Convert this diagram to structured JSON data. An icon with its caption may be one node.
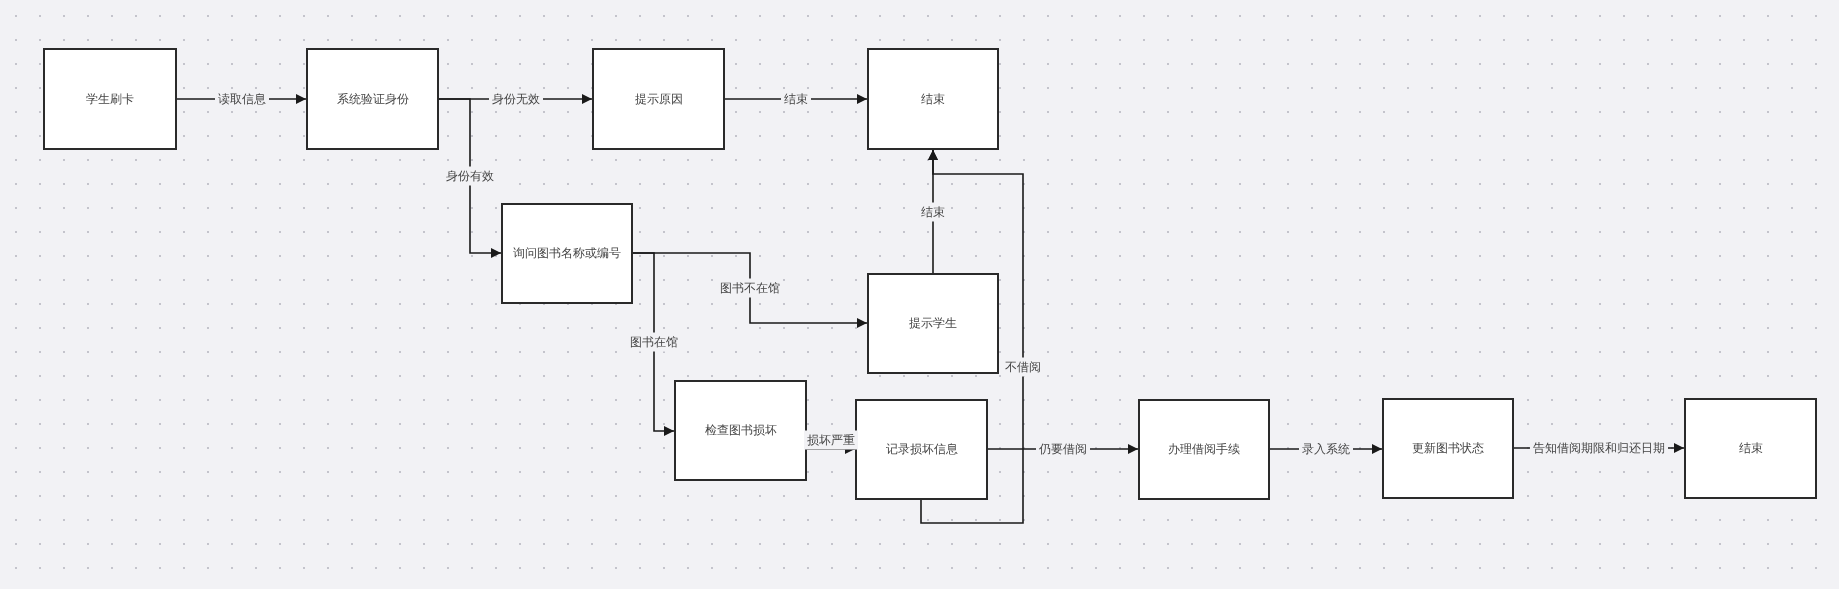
{
  "diagram": {
    "nodes": [
      {
        "text": [
          "学生刷卡"
        ]
      },
      {
        "text": [
          "系统验证身份"
        ]
      },
      {
        "text": [
          "提示原因"
        ]
      },
      {
        "text": [
          "结束"
        ]
      },
      {
        "text": [
          "询问图书名称或编号"
        ]
      },
      {
        "text": [
          "提示学生"
        ]
      },
      {
        "text": [
          "检查图书损坏"
        ]
      },
      {
        "text": [
          "记录损坏信息"
        ]
      },
      {
        "text": [
          "办理借阅手续"
        ]
      },
      {
        "text": [
          "更新图书状态"
        ]
      },
      {
        "text": [
          "结束"
        ]
      }
    ],
    "edges": [
      {
        "from": 0,
        "to": 1,
        "arrow": "to",
        "label": "读取信息"
      },
      {
        "from": 1,
        "to": 2,
        "arrow": "to",
        "label": "身份无效"
      },
      {
        "from": 1,
        "to": 4,
        "arrow": "to",
        "label": "身份有效"
      },
      {
        "from": 2,
        "to": 3,
        "arrow": "to",
        "label": "结束"
      },
      {
        "from": 4,
        "to": 5,
        "arrow": "to",
        "label": "图书不在馆"
      },
      {
        "from": 4,
        "to": 6,
        "arrow": "to",
        "label": "图书在馆"
      },
      {
        "from": 5,
        "to": 3,
        "arrow": "to",
        "label": "结束"
      },
      {
        "from": 6,
        "to": 7,
        "arrow": "to",
        "label": "损坏严重"
      },
      {
        "from": 7,
        "to": 3,
        "arrow": "to",
        "label": "不借阅"
      },
      {
        "from": 7,
        "to": 8,
        "arrow": "to",
        "label": "仍要借阅"
      },
      {
        "from": 8,
        "to": 9,
        "arrow": "to",
        "label": "录入系统"
      },
      {
        "from": 9,
        "to": 10,
        "arrow": "to",
        "label": "告知借阅期限和归还日期"
      }
    ]
  }
}
